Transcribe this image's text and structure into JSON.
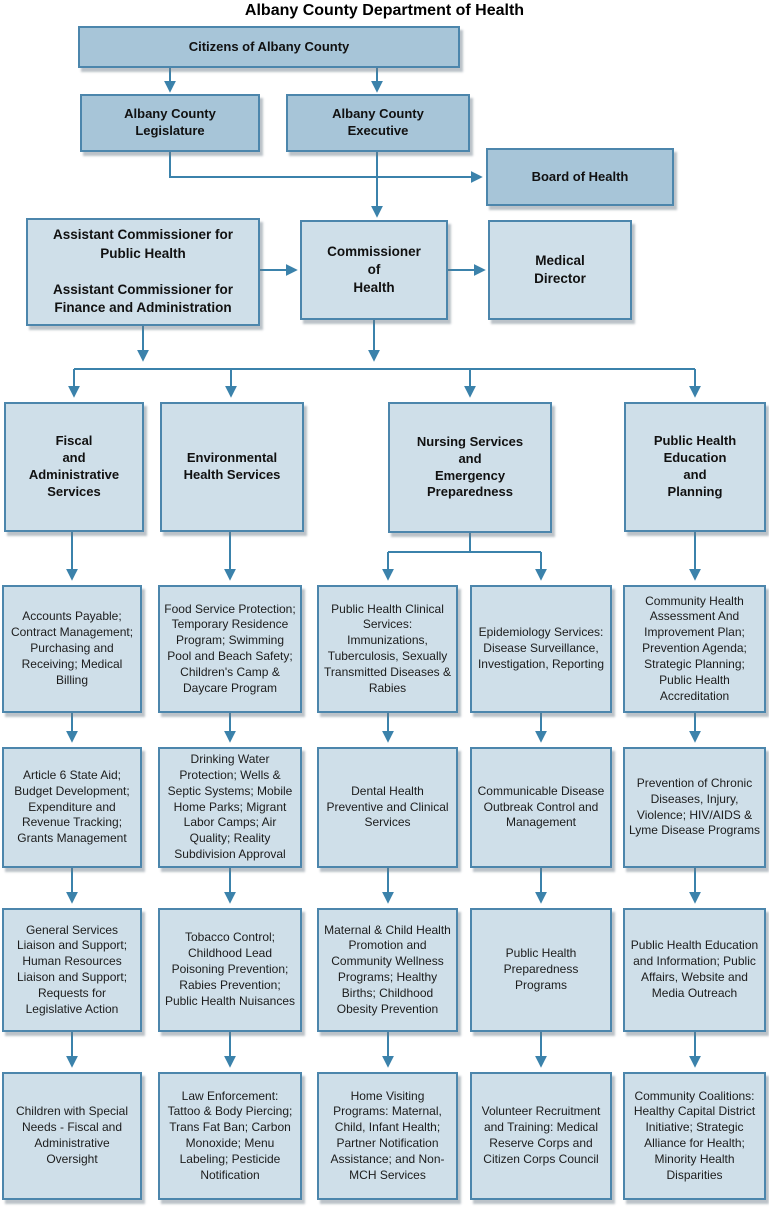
{
  "title": "Albany County Department of Health",
  "top": {
    "citizens": "Citizens of Albany County",
    "legislature": "Albany County\nLegislature",
    "executive": "Albany County\nExecutive",
    "board": "Board of Health"
  },
  "mid": {
    "assistant": "Assistant Commissioner for\nPublic Health\n\nAssistant Commissioner for\nFinance and Administration",
    "commissioner": "Commissioner\nof\nHealth",
    "medical_director": "Medical\nDirector"
  },
  "divisions": [
    {
      "label": "Fiscal\nand\nAdministrative\nServices"
    },
    {
      "label": "Environmental\nHealth Services"
    },
    {
      "label": "Nursing Services\nand\nEmergency\nPreparedness"
    },
    {
      "label": "Public Health\nEducation\nand\nPlanning"
    }
  ],
  "columns": [
    {
      "cells": [
        "Accounts Payable; Contract Management; Purchasing and Receiving; Medical Billing",
        "Article 6 State Aid; Budget Development; Expenditure and Revenue Tracking; Grants Management",
        "General Services Liaison and Support; Human Resources Liaison and Support; Requests for Legislative Action",
        "Children with Special Needs - Fiscal and Administrative Oversight"
      ]
    },
    {
      "cells": [
        "Food Service Protection; Temporary Residence Program; Swimming Pool and Beach Safety; Children's Camp & Daycare Program",
        "Drinking Water Protection; Wells & Septic Systems; Mobile Home Parks; Migrant Labor Camps; Air Quality; Reality Subdivision Approval",
        "Tobacco Control; Childhood Lead Poisoning Prevention; Rabies Prevention; Public Health Nuisances",
        "Law Enforcement: Tattoo & Body Piercing; Trans Fat Ban; Carbon Monoxide; Menu Labeling; Pesticide Notification"
      ]
    },
    {
      "cells": [
        "Public Health Clinical Services: Immunizations, Tuberculosis, Sexually Transmitted Diseases & Rabies",
        "Dental Health Preventive and Clinical Services",
        "Maternal & Child Health Promotion and Community Wellness Programs; Healthy Births; Childhood Obesity Prevention",
        "Home Visiting Programs: Maternal, Child, Infant Health; Partner Notification Assistance; and Non-MCH Services"
      ]
    },
    {
      "cells": [
        "Epidemiology Services: Disease Surveillance, Investigation, Reporting",
        "Communicable Disease Outbreak Control and Management",
        "Public Health Preparedness Programs",
        "Volunteer Recruitment and Training: Medical Reserve Corps and Citizen Corps Council"
      ]
    },
    {
      "cells": [
        "Community Health Assessment And Improvement Plan; Prevention Agenda; Strategic Planning; Public Health Accreditation",
        "Prevention of Chronic Diseases, Injury, Violence; HIV/AIDS & Lyme Disease Programs",
        "Public Health Education and Information; Public Affairs, Website and Media Outreach",
        "Community Coalitions: Healthy Capital District Initiative; Strategic Alliance for Health; Minority Health Disparities"
      ]
    }
  ],
  "colors": {
    "box_dark": "#a7c5d8",
    "box_light": "#cfdfe9",
    "border": "#4c86ac",
    "line": "#3b82ab"
  }
}
